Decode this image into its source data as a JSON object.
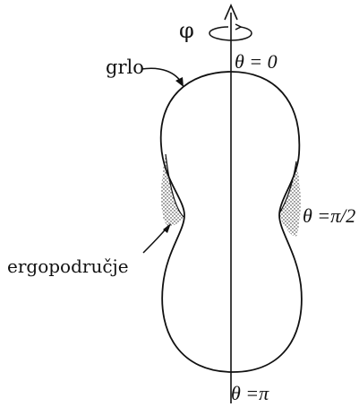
{
  "labels": {
    "phi": "φ",
    "throat": "grlo",
    "theta_top": "θ = 0",
    "theta_side": "θ =π/2",
    "ergoregion": "ergopodručje",
    "theta_bottom": "θ =π"
  },
  "colors": {
    "line": "#111111",
    "background": "#ffffff",
    "stipple": "#222222"
  }
}
